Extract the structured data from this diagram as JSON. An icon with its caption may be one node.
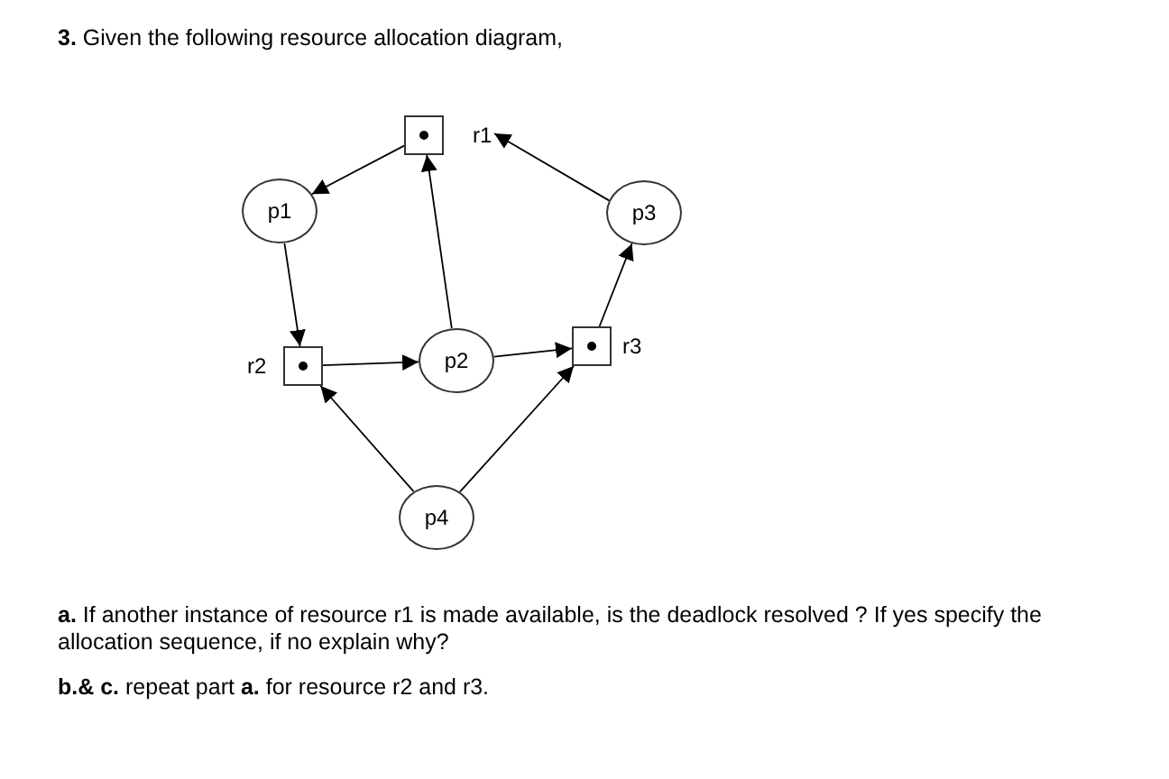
{
  "diagram": {
    "title": "**3.** Given the following resource allocation diagram,",
    "nodes": [
      {
        "text": [],
        "shape": "box",
        "beside": [
          "r1"
        ]
      },
      {
        "text": [
          "p1"
        ]
      },
      {
        "text": [
          "p3"
        ]
      },
      {
        "text": [],
        "shape": "box",
        "beside": [
          "r2"
        ]
      },
      {
        "text": [
          "p2"
        ]
      },
      {
        "text": [],
        "shape": "box",
        "beside": [
          "r3"
        ]
      },
      {
        "text": [
          "p4"
        ]
      }
    ],
    "edges": [
      {
        "from": 0,
        "to": 1,
        "arrow": "to"
      },
      {
        "from": 2,
        "to": 0,
        "arrow": "to"
      },
      {
        "from": 4,
        "to": 0,
        "arrow": "to"
      },
      {
        "from": 1,
        "to": 3,
        "arrow": "to"
      },
      {
        "from": 5,
        "to": 2,
        "arrow": "to"
      },
      {
        "from": 3,
        "to": 4,
        "arrow": "to"
      },
      {
        "from": 4,
        "to": 5,
        "arrow": "to"
      },
      {
        "from": 6,
        "to": 3,
        "arrow": "to"
      },
      {
        "from": 6,
        "to": 5,
        "arrow": "to"
      }
    ],
    "labels": [
      "**a.** If another instance of resource r1 is made available, is the deadlock resolved ? If yes specify the allocation sequence, if no explain why?",
      "**b.& c.** repeat part **a.** for resource r2 and r3."
    ]
  }
}
